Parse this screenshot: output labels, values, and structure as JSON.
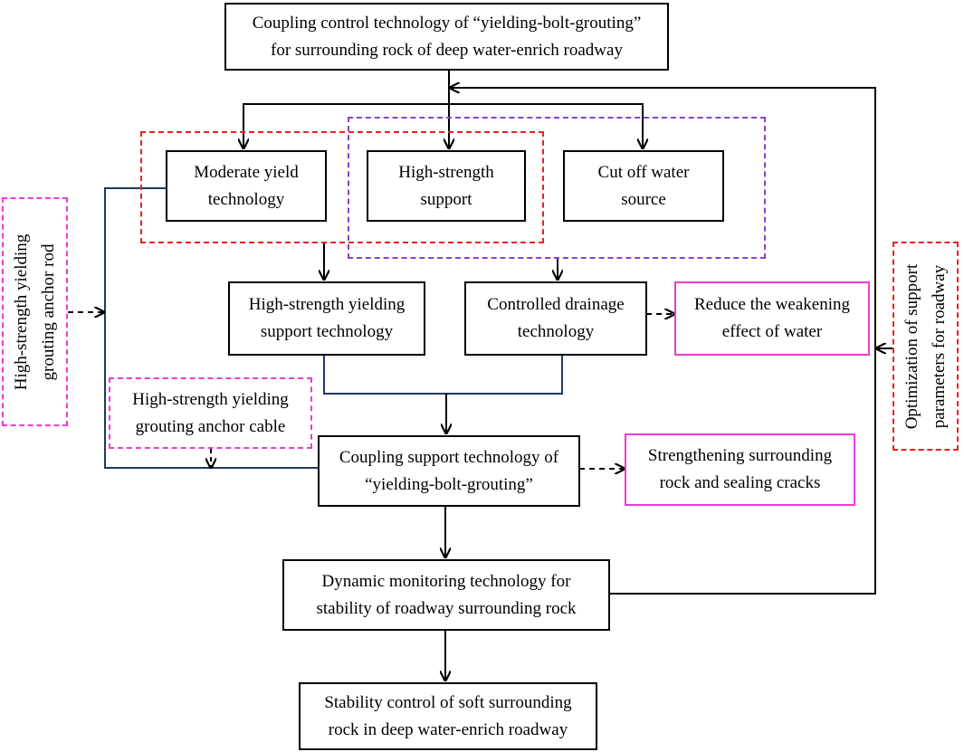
{
  "nodes": {
    "coupling_control": [
      "Coupling control technology of “yielding-bolt-grouting”",
      "for surrounding rock of deep water-enrich roadway"
    ],
    "moderate_yield": [
      "Moderate yield",
      "technology"
    ],
    "high_strength_support": [
      "High-strength",
      "support"
    ],
    "cut_off_water": [
      "Cut off water",
      "source"
    ],
    "hs_yielding_support": [
      "High-strength yielding",
      "support technology"
    ],
    "controlled_drainage": [
      "Controlled drainage",
      "technology"
    ],
    "reduce_weakening": [
      "Reduce the weakening",
      "effect of water"
    ],
    "anchor_cable": [
      "High-strength yielding",
      "grouting anchor cable"
    ],
    "coupling_support": [
      "Coupling support technology of",
      "“yielding-bolt-grouting”"
    ],
    "strengthening": [
      "Strengthening surrounding",
      "rock and sealing cracks"
    ],
    "dynamic_monitoring": [
      "Dynamic monitoring technology for",
      "stability of roadway surrounding rock"
    ],
    "stability_control": [
      "Stability control of soft surrounding",
      "rock in deep water-enrich roadway"
    ],
    "anchor_rod": [
      "High-strength yielding",
      "grouting anchor rod"
    ],
    "optimization": [
      "Optimization of support",
      "parameters for roadway"
    ]
  },
  "colors": {
    "pink_border": "#ee3bd6",
    "red_dashed": "#e8231f",
    "purple_dashed": "#8a3fd1",
    "navy_connector": "#1f3864"
  }
}
